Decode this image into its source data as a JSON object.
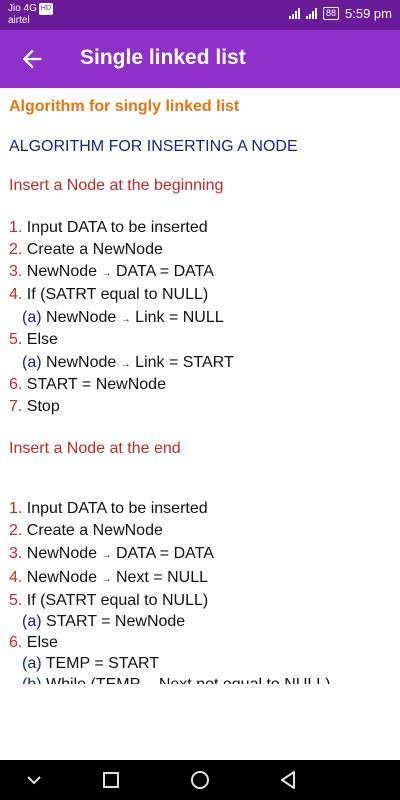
{
  "status": {
    "carrier1": "Jio 4G",
    "carrier1_badge": "HD",
    "carrier2": "airtel",
    "battery": "88",
    "time": "5:59 pm"
  },
  "appbar": {
    "title": "Single linked list"
  },
  "content": {
    "algorithm_title": "Algorithm for singly linked list",
    "section_title": "ALGORITHM FOR INSERTING A NODE",
    "beginning": {
      "title": "Insert a Node at the beginning",
      "steps": [
        {
          "num": "1.",
          "text": "Input DATA to be inserted"
        },
        {
          "num": "2.",
          "text": "Create a NewNode"
        },
        {
          "num": "3.",
          "pre": "NewNode ",
          "arrow": "→",
          "post": " DATA = DATA"
        },
        {
          "num": "4.",
          "text": "If (SATRT equal to NULL)"
        },
        {
          "num": "(a)",
          "pre": "NewNode ",
          "arrow": "→",
          "post": " Link = NULL"
        },
        {
          "num": "5.",
          "text": "Else"
        },
        {
          "num": "(a)",
          "pre": "NewNode ",
          "arrow": "→",
          "post": " Link = START"
        },
        {
          "num": "6.",
          "text": "START = NewNode"
        },
        {
          "num": "7.",
          "text": "Stop"
        }
      ]
    },
    "end": {
      "title": "Insert a Node at the end",
      "steps": [
        {
          "num": "1.",
          "text": "Input DATA to be inserted"
        },
        {
          "num": "2.",
          "text": "Create a NewNode"
        },
        {
          "num": "3.",
          "pre": "NewNode ",
          "arrow": "→",
          "post": " DATA = DATA"
        },
        {
          "num": "4.",
          "pre": "NewNode ",
          "arrow": "→",
          "post": " Next = NULL"
        },
        {
          "num": "5.",
          "text": "If (SATRT equal to NULL)"
        },
        {
          "num": "(a)",
          "text": "START = NewNode"
        },
        {
          "num": "6.",
          "text": "Else"
        },
        {
          "num": "(a)",
          "text": "TEMP = START"
        },
        {
          "num": "(b)",
          "pre": "While (TEMP ",
          "arrow": "→",
          "post": " Next not equal to NULL)"
        }
      ]
    }
  },
  "colors": {
    "statusbar": "#6a1b9a",
    "appbar": "#8e30c9",
    "algorithm_title": "#e8740c",
    "section_title": "#1a237e",
    "subtitle": "#c62828"
  },
  "icons": {
    "back": "back-arrow-icon",
    "nav_collapse": "chevron-down-icon",
    "nav_recent": "square-icon",
    "nav_home": "circle-icon",
    "nav_back": "triangle-back-icon"
  }
}
